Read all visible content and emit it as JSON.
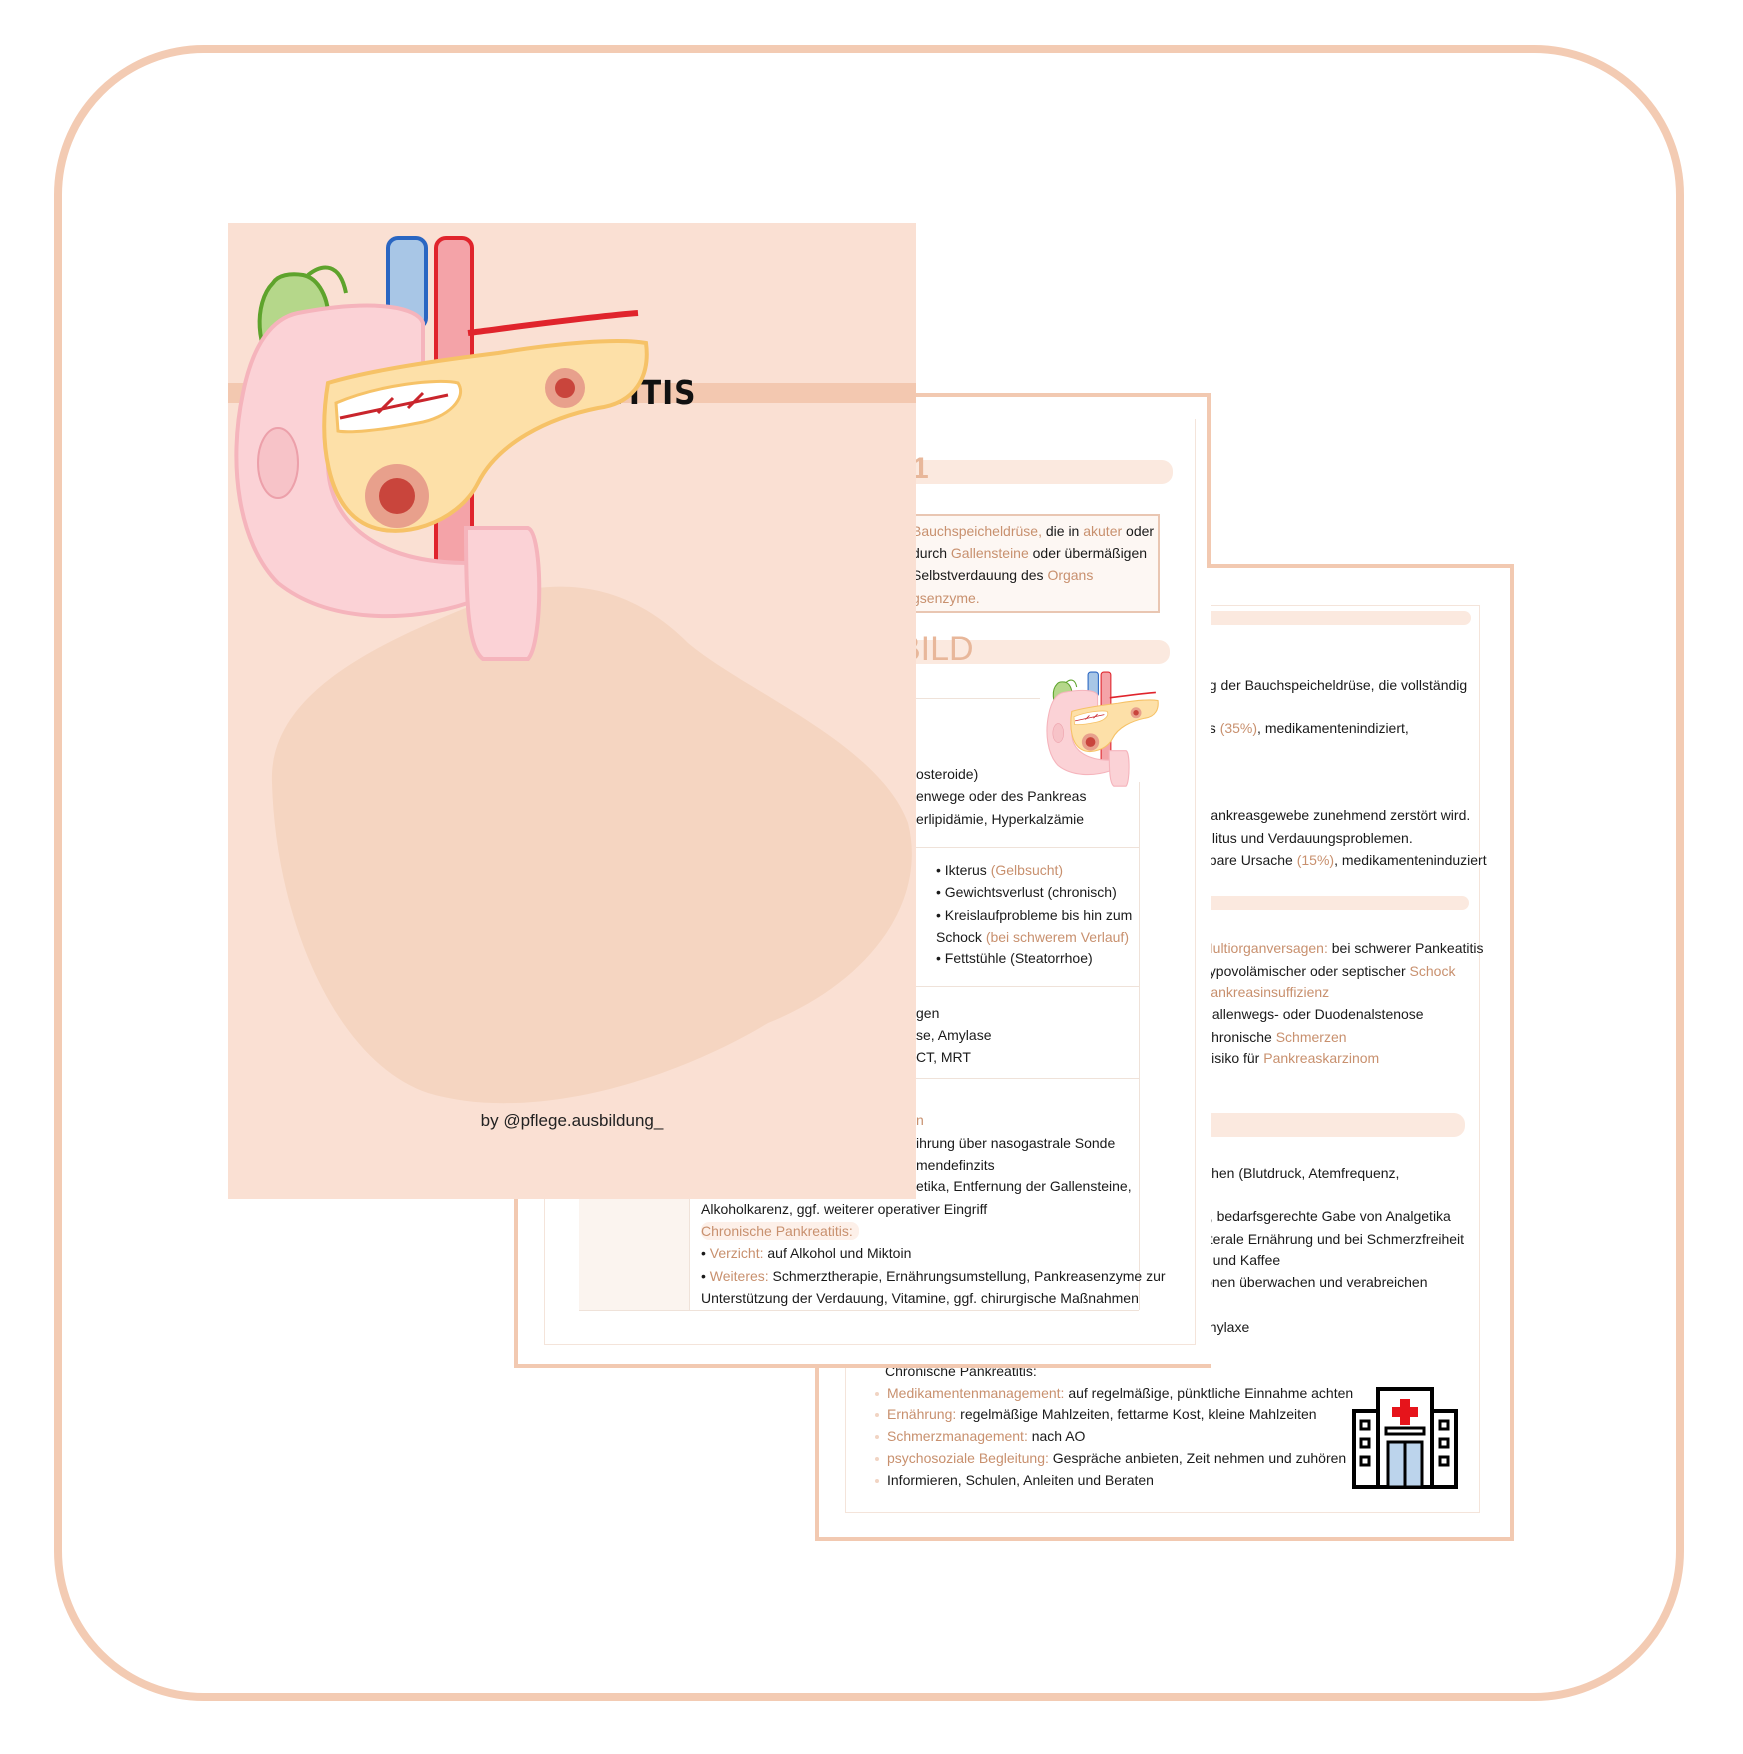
{
  "cover": {
    "title": "PANKREATITIS",
    "byline": "by @pflege.ausbildung_"
  },
  "page2": {
    "heading_fragment_1": "1",
    "definition_box": [
      {
        "text": "Bauchspeicheldrüse,",
        "accent": true,
        "rest": " die in ",
        "accent2": "akuter",
        "rest2": " oder"
      },
      {
        "text": "durch ",
        "accent": false,
        "rest": "",
        "accent2": "Gallensteine",
        "rest2": " oder übermäßigen"
      },
      {
        "text": " Selbstverdauung des ",
        "accent": false,
        "rest": "",
        "accent2": "Organs",
        "rest2": ""
      },
      {
        "text": "gsenzyme.",
        "accent": true,
        "rest": "",
        "accent2": "",
        "rest2": ""
      }
    ],
    "heading_fragment_2": "BILD",
    "causes": [
      "osteroide)",
      "enwege oder des Pankreas",
      "erlipidämie, Hyperkalzämie"
    ],
    "symptoms": [
      {
        "text": "• Ikterus ",
        "accent": "(Gelbsucht)"
      },
      {
        "text": "• Gewichtsverlust (chronisch)",
        "accent": ""
      },
      {
        "text": "• Kreislaufprobleme bis hin zum",
        "accent": ""
      },
      {
        "text": "Schock ",
        "accent": "(bei schwerem Verlauf)"
      },
      {
        "text": "• Fettstühle (Steatorrhoe)",
        "accent": ""
      }
    ],
    "diagnostics": [
      "gen",
      "se, Amylase",
      "CT, MRT"
    ],
    "therapy_fragment": "n",
    "therapy": [
      "ihrung über nasogastrale Sonde",
      "mendefinzits",
      "etika, Entfernung der Gallensteine,",
      "Alkoholkarenz, ggf. weiterer operativer Eingriff"
    ],
    "chronic_label": "Chronische Pankreatitis:",
    "chronic": [
      {
        "label": "Verzicht:",
        "text": " auf Alkohol und Miktoin"
      },
      {
        "label": "Weiteres:",
        "text": " Schmerztherapie, Ernährungsumstellung, Pankreasenzyme zur"
      }
    ],
    "chronic_cont": "Unterstützung der Verdauung, Vitamine, ggf. chirurgische Maßnahmen"
  },
  "page3": {
    "definition": [
      "ng der Bauchspeicheldrüse, die vollständig"
    ],
    "acute_causes": {
      "pre": "us ",
      "accent": "(35%)",
      "post": ", medikamentenindiziert,"
    },
    "chronic_def": [
      "Pankreasgewebe zunehmend zerstört wird.",
      "ellitus und Verdauungsproblemen."
    ],
    "chronic_causes": {
      "pre": "nbare Ursache ",
      "accent": "(15%)",
      "post": ", medikamenteninduziert"
    },
    "complications": [
      {
        "accent": "Multiorganversagen:",
        "text": " bei schwerer Pankeatitis"
      },
      {
        "accent": "",
        "text": "hypovolämischer oder septischer ",
        "accent2": "Schock"
      },
      {
        "accent": "Pankreasinsuffizienz",
        "text": ""
      },
      {
        "accent": "",
        "text": "Gallenwegs- oder Duodenalstenose"
      },
      {
        "accent": "",
        "text": "Chronische ",
        "accent2": "Schmerzen"
      },
      {
        "accent": "",
        "text": "Risiko für ",
        "accent2": "Pankreaskarzinom"
      }
    ],
    "care": [
      "ichen (Blutdruck, Atemfrequenz,",
      "g, bedarfsgerechte Gabe von Analgetika",
      "nterale Ernährung und bei Schmerzfreiheit",
      "n und Kaffee",
      "ionen überwachen und verabreichen",
      "phylaxe"
    ],
    "chronic_label": "Chronische Pankreatitis:",
    "chronic_care": [
      {
        "label": "Medikamentenmanagement:",
        "text": " auf regelmäßige, pünktliche Einnahme achten"
      },
      {
        "label": "Ernährung:",
        "text": " regelmäßige Mahlzeiten, fettarme Kost, kleine Mahlzeiten"
      },
      {
        "label": "Schmerzmanagement:",
        "text": " nach AO"
      },
      {
        "label": "psychosoziale Begleitung:",
        "text": " Gespräche anbieten, Zeit nehmen und zuhören"
      },
      {
        "label": "",
        "text": "Informieren, Schulen, Anleiten und Beraten"
      }
    ]
  },
  "colors": {
    "frame": "#f3cbb3",
    "cover": "#fae0d3",
    "accent_text": "#c8906e"
  }
}
